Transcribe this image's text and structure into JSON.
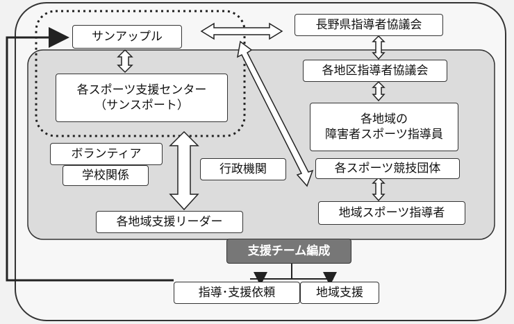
{
  "nodes": {
    "sun_apple": "サンアップル",
    "sports_center": "各スポーツ支援センター\n（サンスポート）",
    "volunteer": "ボランティア",
    "school": "学校関係",
    "gyosei": "行政機関",
    "regional_leader": "各地域支援リーダー",
    "pref_council": "長野県指導者協議会",
    "district_council": "各地区指導者協議会",
    "regional_instructors": "各地域の\n障害者スポーツ指導員",
    "competition_groups": "各スポーツ競技団体",
    "regional_sports_leader": "地域スポーツ指導者",
    "support_team": "支援チーム編成",
    "guidance_request": "指導･支援依頼",
    "regional_support": "地域支援"
  },
  "colors": {
    "outer_border": "#333333",
    "inner_fill": "#dcdcdc",
    "team_fill": "#777777"
  }
}
